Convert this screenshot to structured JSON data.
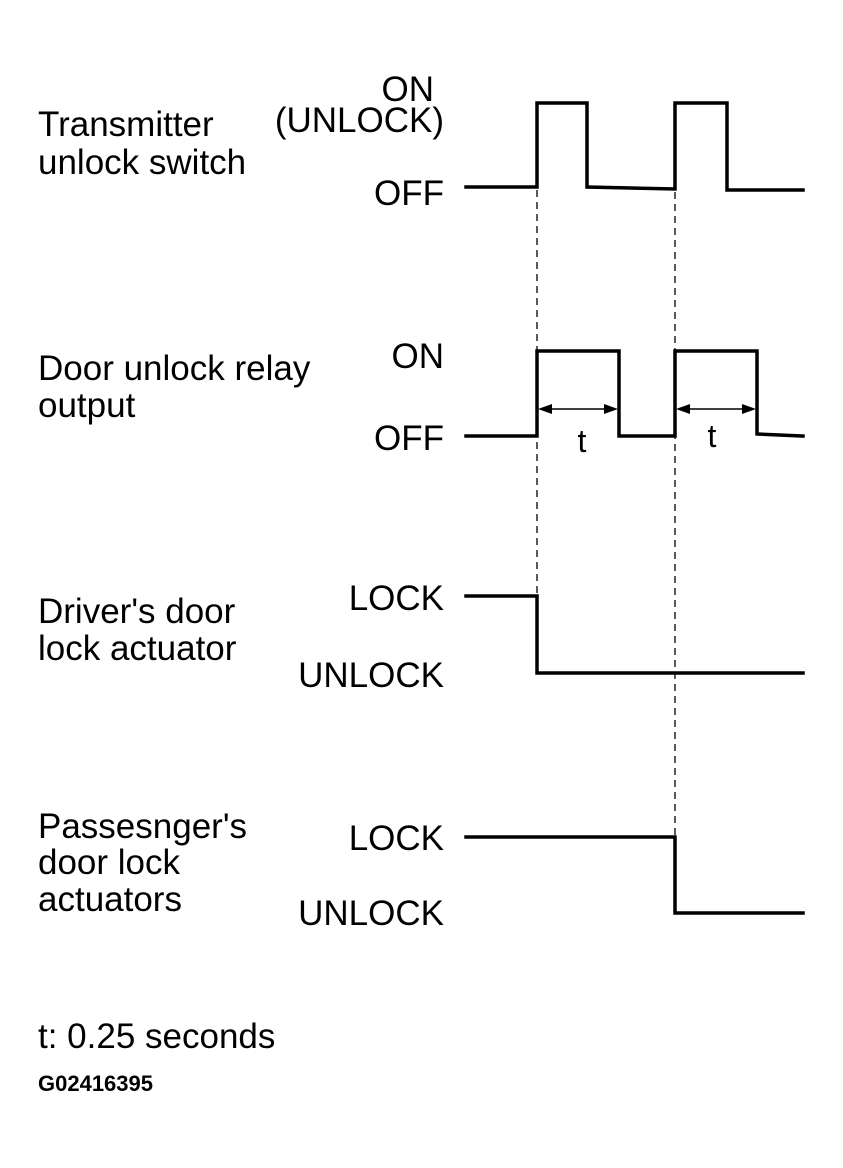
{
  "signals": [
    {
      "id": "transmitter",
      "name_lines": [
        "Transmitter",
        "unlock switch"
      ],
      "high_lines": [
        "ON",
        "(UNLOCK)"
      ],
      "low_lines": [
        "OFF"
      ]
    },
    {
      "id": "relay",
      "name_lines": [
        "Door unlock relay",
        "output"
      ],
      "high_lines": [
        "ON"
      ],
      "low_lines": [
        "OFF"
      ]
    },
    {
      "id": "driver",
      "name_lines": [
        "Driver's door",
        "lock actuator"
      ],
      "high_lines": [
        "LOCK"
      ],
      "low_lines": [
        "UNLOCK"
      ]
    },
    {
      "id": "passenger",
      "name_lines": [
        "Passesnger's",
        "door lock",
        "actuators"
      ],
      "high_lines": [
        "LOCK"
      ],
      "low_lines": [
        "UNLOCK"
      ]
    }
  ],
  "duration_label": "t",
  "note": "t: 0.25 seconds",
  "figure_code": "G02416395"
}
